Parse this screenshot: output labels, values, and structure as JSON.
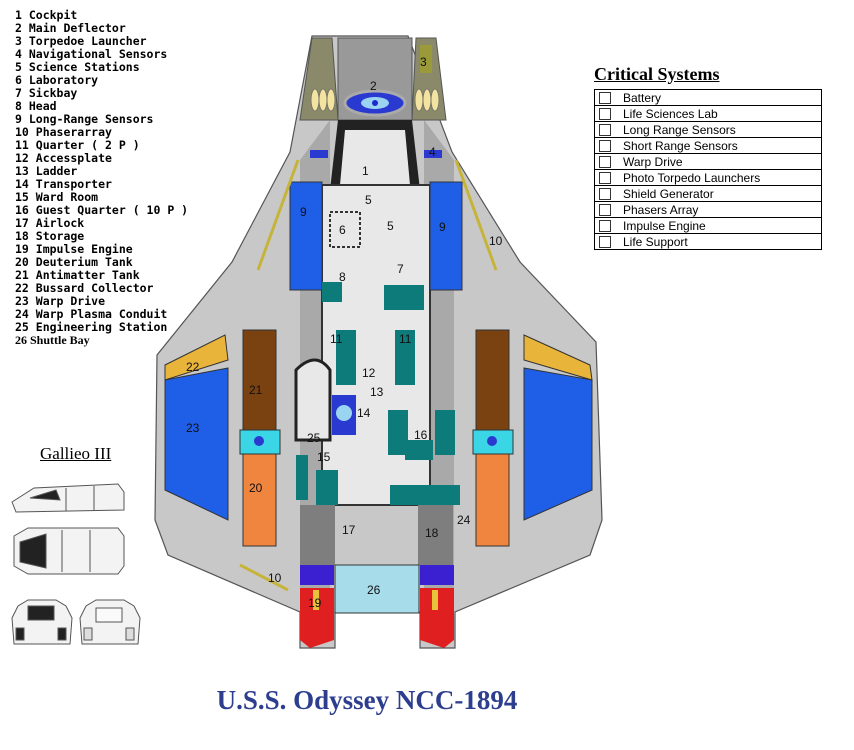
{
  "legend": [
    "1 Cockpit",
    "2 Main Deflector",
    "3 Torpedoe Launcher",
    "4 Navigational Sensors",
    "5 Science Stations",
    "6 Laboratory",
    "7 Sickbay",
    "8 Head",
    "9 Long-Range Sensors",
    "10 Phaserarray",
    "11 Quarter ( 2 P )",
    "12 Accessplate",
    "13 Ladder",
    "14 Transporter",
    "15 Ward Room",
    "16 Guest Quarter ( 10 P )",
    "17 Airlock",
    "18 Storage",
    "19 Impulse Engine",
    "20 Deuterium Tank",
    "21 Antimatter Tank",
    "22 Bussard Collector",
    "23 Warp Drive",
    "24 Warp Plasma Conduit",
    "25 Engineering Station",
    "26 Shuttle Bay"
  ],
  "critical_systems": {
    "title": "Critical Systems",
    "items": [
      "Battery",
      "Life Sciences Lab",
      "Long Range Sensors",
      "Short Range Sensors",
      "Warp Drive",
      "Photo Torpedo Launchers",
      "Shield Generator",
      "Phasers Array",
      "Impulse Engine",
      "Life Support"
    ]
  },
  "shuttle": {
    "title": "Gallieo III"
  },
  "ship": {
    "name": "U.S.S. Odyssey NCC-1894"
  },
  "diagram_labels": {
    "l1": "1",
    "l2": "2",
    "l3": "3",
    "l4": "4",
    "l5a": "5",
    "l5b": "5",
    "l6": "6",
    "l7": "7",
    "l8": "8",
    "l9a": "9",
    "l9b": "9",
    "l10a": "10",
    "l10b": "10",
    "l11a": "11",
    "l11b": "11",
    "l12": "12",
    "l13": "13",
    "l14": "14",
    "l15": "15",
    "l16": "16",
    "l17": "17",
    "l18": "18",
    "l19": "19",
    "l20": "20",
    "l21": "21",
    "l22": "22",
    "l23": "23",
    "l24": "24",
    "l25": "25",
    "l26": "26"
  },
  "colors": {
    "hull": "#c8c8c8",
    "hull_dark": "#7e7e7e",
    "blue": "#1f5fe8",
    "orange": "#f0853f",
    "brown": "#7a4210",
    "teal": "#0e7b7b",
    "yellow": "#e8c33a",
    "red": "#e02020",
    "shuttlebay": "#a7dcea",
    "title_blue": "#2e3e8f"
  }
}
